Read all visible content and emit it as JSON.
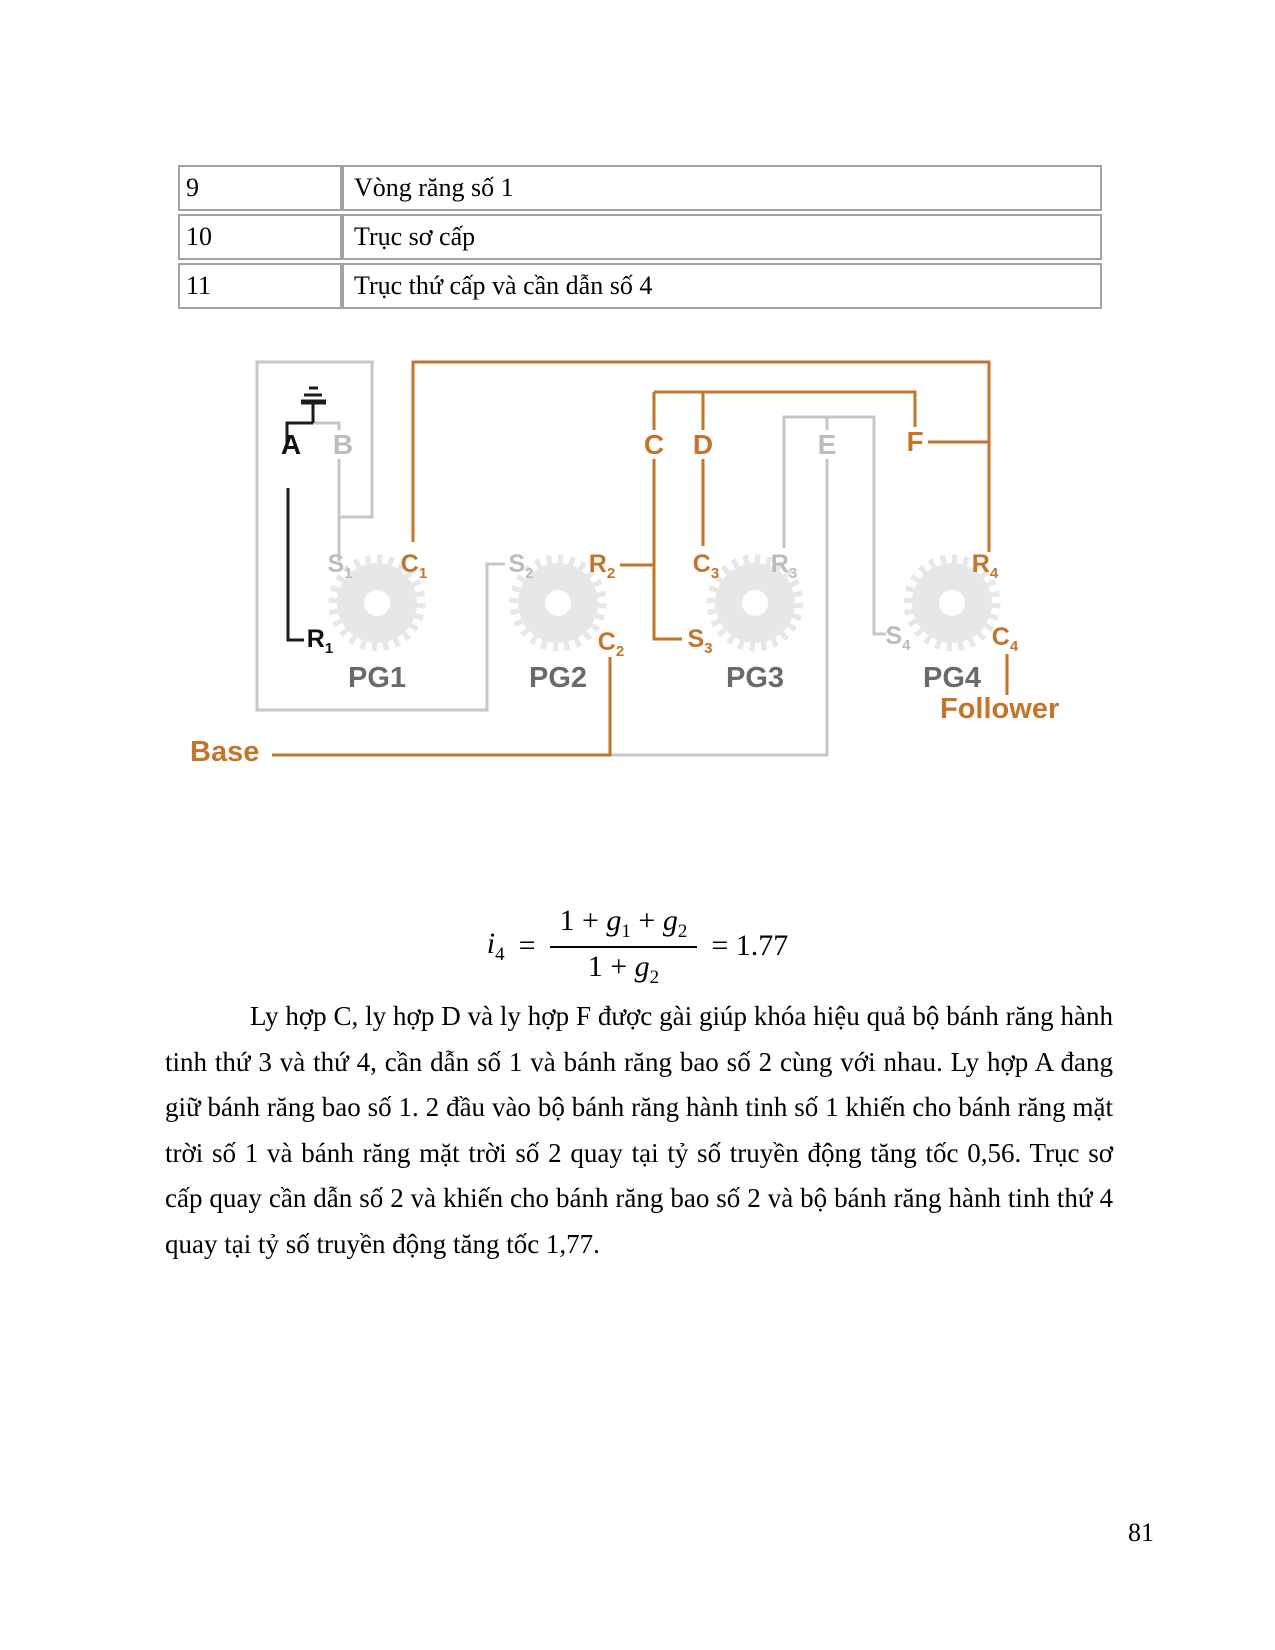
{
  "colors": {
    "accent_orange": "#c2752b",
    "inactive_line_gray": "#c6c6c6",
    "inactive_label_gray": "#bcbcbc",
    "gearset_label_gray": "#6a6a6a",
    "gear_fill": "#e7e7e7",
    "ink": "#000000"
  },
  "legend_table": {
    "rows": [
      {
        "num": "9",
        "desc": "Vòng răng số 1"
      },
      {
        "num": "10",
        "desc": "Trục sơ cấp"
      },
      {
        "num": "11",
        "desc": "Trục thứ cấp và cần dẫn số 4"
      }
    ]
  },
  "diagram": {
    "clutches": {
      "a": "A",
      "b": "B",
      "c": "C",
      "d": "D",
      "e": "E",
      "f": "F"
    },
    "nodes": {
      "s1": {
        "main": "S",
        "sub": "1"
      },
      "c1": {
        "main": "C",
        "sub": "1"
      },
      "r1": {
        "main": "R",
        "sub": "1"
      },
      "s2": {
        "main": "S",
        "sub": "2"
      },
      "r2": {
        "main": "R",
        "sub": "2"
      },
      "c2": {
        "main": "C",
        "sub": "2"
      },
      "c3": {
        "main": "C",
        "sub": "3"
      },
      "s3": {
        "main": "S",
        "sub": "3"
      },
      "r3": {
        "main": "R",
        "sub": "3"
      },
      "s4": {
        "main": "S",
        "sub": "4"
      },
      "r4": {
        "main": "R",
        "sub": "4"
      },
      "c4": {
        "main": "C",
        "sub": "4"
      }
    },
    "gearsets": [
      "PG1",
      "PG2",
      "PG3",
      "PG4"
    ],
    "base_label": "Base",
    "follower_label": "Follower"
  },
  "formula": {
    "var": "i",
    "var_sub": "4",
    "eq": "=",
    "num_pre": "1 + ",
    "num_g1": "g",
    "num_g1_sub": "1",
    "num_plus": " + ",
    "num_g2": "g",
    "num_g2_sub": "2",
    "den_pre": "1 + ",
    "den_g": "g",
    "den_g_sub": "2",
    "result": "= 1.77"
  },
  "body_text": "Ly hợp C, ly hợp D và ly hợp F được gài giúp khóa hiệu quả bộ bánh răng hành tinh thứ 3 và thứ 4, cần dẫn số 1 và bánh răng bao số 2 cùng với nhau. Ly hợp A đang giữ bánh răng bao số 1. 2 đầu vào bộ bánh răng hành tinh số 1 khiến cho bánh răng mặt trời số 1 và bánh răng mặt trời số 2 quay tại tỷ số truyền động tăng tốc 0,56. Trục sơ cấp quay cần dẫn số 2 và khiến cho bánh răng bao số 2 và bộ bánh răng hành tinh thứ 4 quay tại tỷ số truyền động tăng tốc 1,77.",
  "page": {
    "number": "81"
  }
}
